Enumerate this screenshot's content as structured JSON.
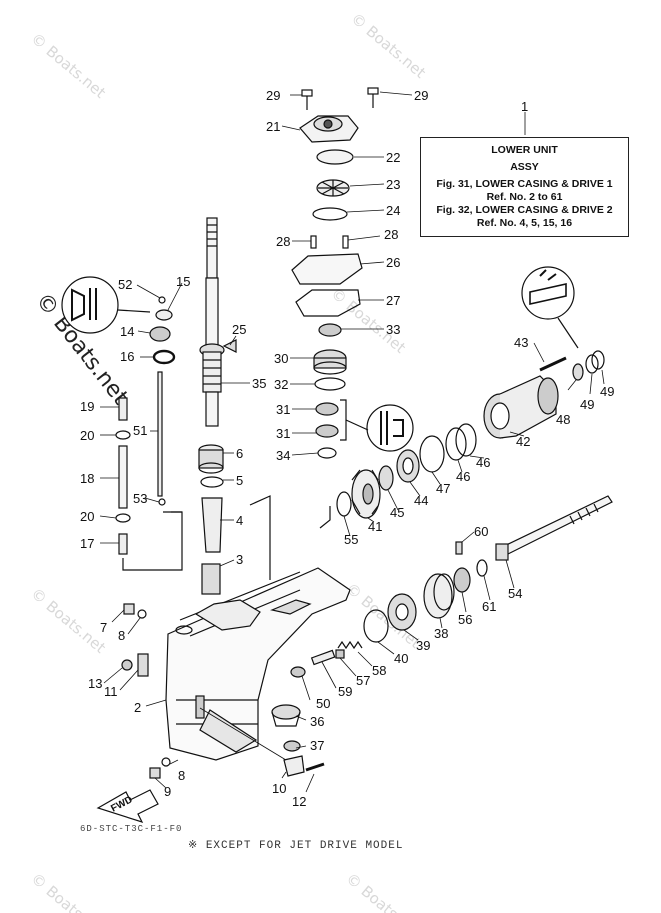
{
  "watermark": "© Boats.net",
  "side_watermark": "© Boats.net",
  "assy": {
    "number": "1",
    "line1": "LOWER UNIT",
    "line2": "ASSY",
    "line3": "Fig. 31, LOWER CASING & DRIVE 1",
    "line4": "Ref. No. 2 to 61",
    "line5": "Fig. 32, LOWER CASING & DRIVE 2",
    "line6": "Ref. No. 4, 5, 15, 16"
  },
  "fwd_label": "FWD",
  "diagram_code": "6D-STC-T3C-F1-F0",
  "bottom_note": "※ EXCEPT FOR JET DRIVE MODEL",
  "callouts": {
    "c29a": "29",
    "c29b": "29",
    "c21": "21",
    "c22": "22",
    "c23": "23",
    "c24": "24",
    "c28a": "28",
    "c28b": "28",
    "c26": "26",
    "c27": "27",
    "c33": "33",
    "c30": "30",
    "c32": "32",
    "c31a": "31",
    "c31b": "31",
    "c34": "34",
    "c52": "52",
    "c15": "15",
    "c14": "14",
    "c16": "16",
    "c25": "25",
    "c35": "35",
    "c19": "19",
    "c20a": "20",
    "c51": "51",
    "c18": "18",
    "c53": "53",
    "c20b": "20",
    "c17": "17",
    "c6": "6",
    "c5": "5",
    "c4": "4",
    "c3": "3",
    "c43": "43",
    "c49a": "49",
    "c49b": "49",
    "c48": "48",
    "c42": "42",
    "c46a": "46",
    "c46b": "46",
    "c47": "47",
    "c44": "44",
    "c45": "45",
    "c41": "41",
    "c55": "55",
    "c60": "60",
    "c54": "54",
    "c61": "61",
    "c56": "56",
    "c38": "38",
    "c39": "39",
    "c40": "40",
    "c58": "58",
    "c57": "57",
    "c59": "59",
    "c50": "50",
    "c36": "36",
    "c37": "37",
    "c7": "7",
    "c8a": "8",
    "c13": "13",
    "c11": "11",
    "c2": "2",
    "c8b": "8",
    "c9": "9",
    "c10": "10",
    "c12": "12"
  }
}
